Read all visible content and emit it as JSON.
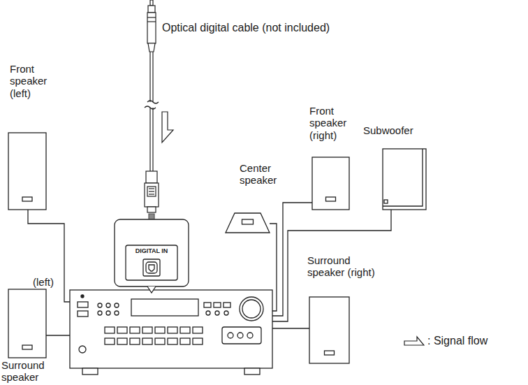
{
  "diagram": {
    "nodes": [
      {
        "text": [
          "Front speaker (left)"
        ]
      },
      {
        "text": [
          "Center speaker"
        ]
      },
      {
        "text": [
          "Front speaker (right)"
        ]
      },
      {
        "text": [
          "Subwoofer"
        ]
      },
      {
        "text": [
          "DIGITAL IN"
        ]
      },
      {
        "text": [
          "(left)",
          "Surround speaker"
        ]
      },
      {
        "text": [
          "Surround speaker (right)"
        ]
      }
    ],
    "labels": [
      "Optical digital cable (not included)"
    ],
    "legend": [
      {
        "text": ": Signal flow"
      }
    ]
  }
}
